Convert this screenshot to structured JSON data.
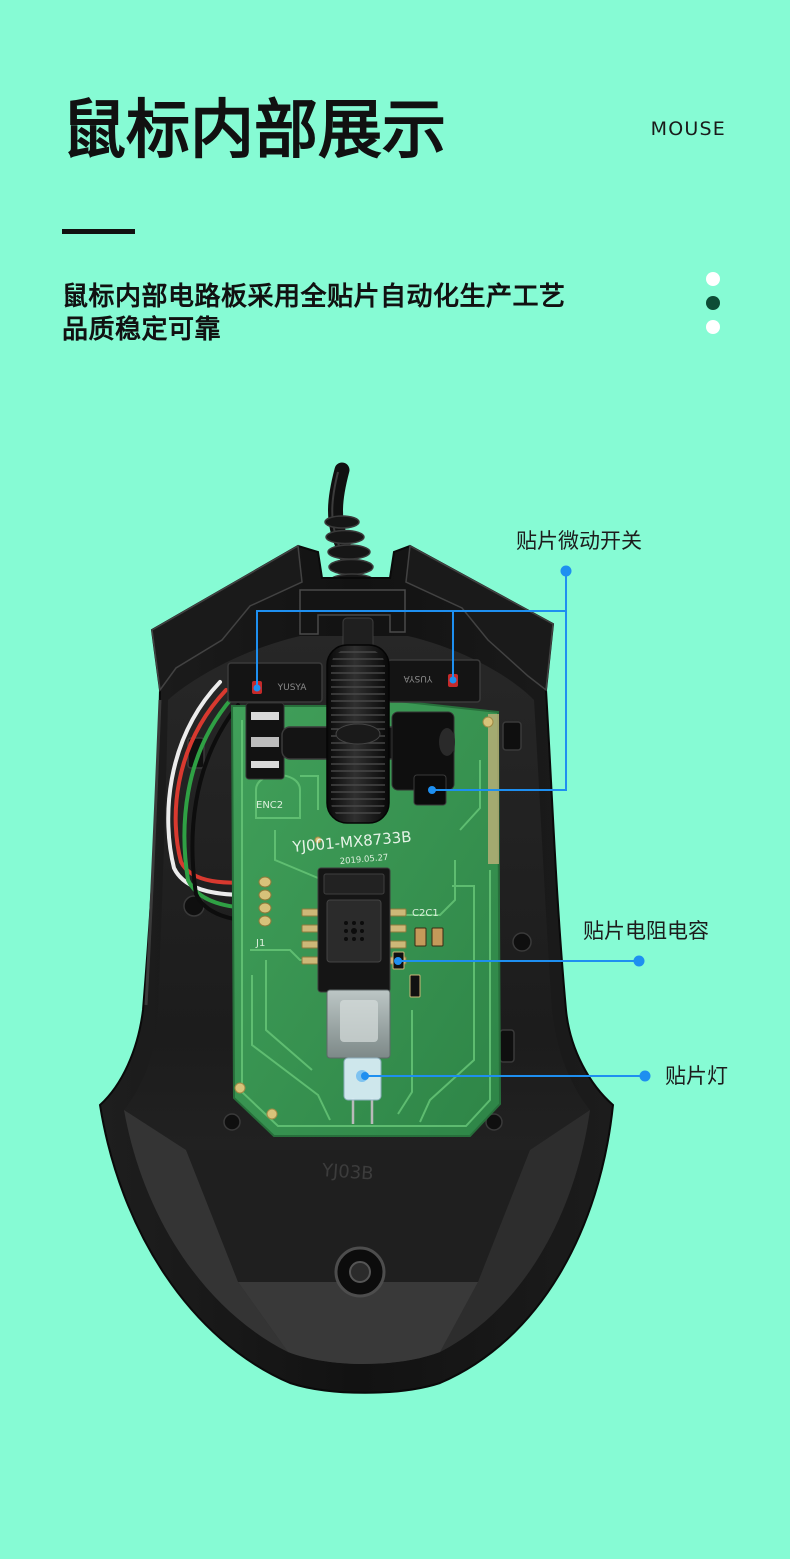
{
  "colors": {
    "background": "#86FBD4",
    "ink": "#111111",
    "callout": "#1E8FF0",
    "pager_active": "#0D4D36",
    "pager_idle": "#FFFFFF"
  },
  "header": {
    "title": "鼠标内部展示",
    "tag": "MOUSE"
  },
  "intro": {
    "line1": "鼠标内部电路板采用全贴片自动化生产工艺",
    "line2": "品质稳定可靠"
  },
  "pager": {
    "active_index": 1
  },
  "callouts": {
    "micro_switch": "贴片微动开关",
    "resistor_capacitor": "贴片电阻电容",
    "led": "贴片灯"
  },
  "labels": {
    "board_model": "YJ001-MX8733B",
    "board_date": "2019.05.27",
    "encoder": "ENC2",
    "connector": "J1",
    "capacitors": "C2C1",
    "switch_brand": "YUSYA",
    "shell": "YJ03B"
  }
}
